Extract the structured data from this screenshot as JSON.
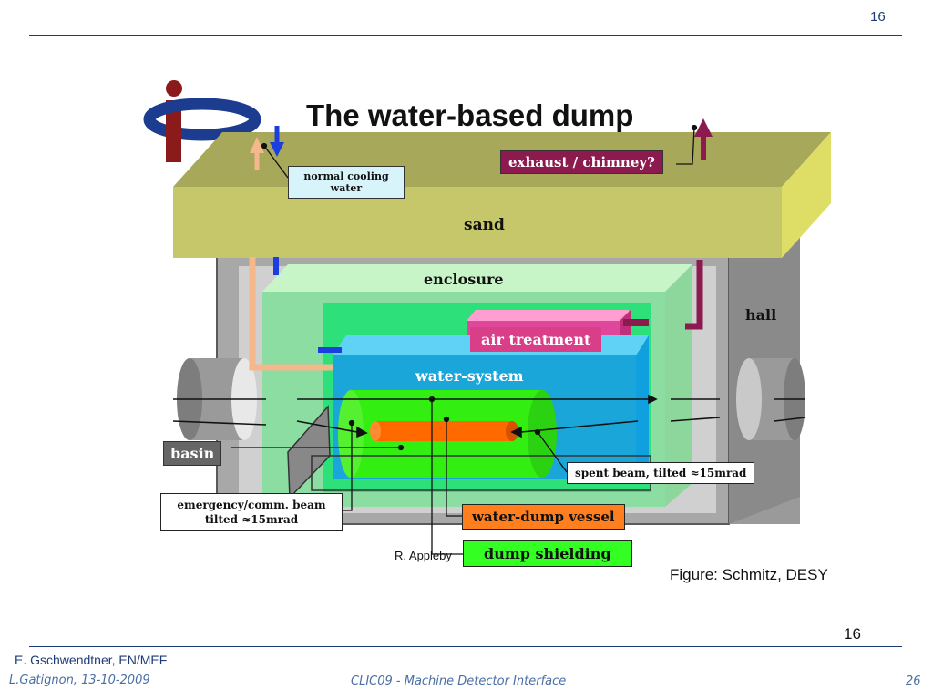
{
  "header": {
    "slide_number": "16"
  },
  "diagram": {
    "title": "The water-based dump",
    "labels": {
      "normal_cooling_water": "normal cooling water",
      "exhaust": "exhaust / chimney?",
      "sand": "sand",
      "enclosure": "enclosure",
      "hall": "hall",
      "air_treatment": "air treatment",
      "water_system": "water-system",
      "basin": "basin",
      "spent_beam": "spent beam, tilted ≈15mrad",
      "emergency_beam": "emergency/comm. beam tilted ≈15mrad",
      "water_dump_vessel": "water-dump vessel",
      "dump_shielding": "dump shielding"
    },
    "credits": {
      "appleby": "R. Appleby",
      "figure": "Figure: Schmitz, DESY"
    },
    "colors": {
      "sand": "#b8b85c",
      "hall": "#9e9e9e",
      "enclosure": "#9adfa8",
      "water_system": "#1aa6d9",
      "air_treatment": "#e0479a",
      "vessel": "#ff6a00",
      "shielding": "#3cf01c",
      "exhaust_label": "#8c1a4f"
    }
  },
  "footer": {
    "page_number": "16",
    "author": "E. Gschwendtner, EN/MEF",
    "left": "L.Gatignon, 13-10-2009",
    "center": "CLIC09 - Machine Detector Interface",
    "right": "26"
  }
}
